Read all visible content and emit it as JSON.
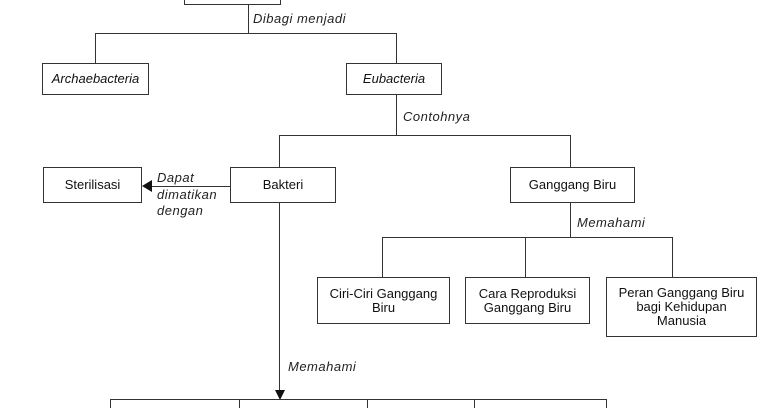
{
  "nodes": {
    "archaebacteria": "Archaebacteria",
    "eubacteria": "Eubacteria",
    "sterilisasi": "Sterilisasi",
    "bakteri": "Bakteri",
    "ganggang_biru": "Ganggang Biru",
    "ciri_ciri": "Ciri-Ciri Ganggang Biru",
    "reproduksi": "Cara Reproduksi Ganggang Biru",
    "peran": "Peran Ganggang Biru bagi Kehidupan Manusia"
  },
  "edge_labels": {
    "dibagi": "Dibagi menjadi",
    "contohnya": "Contohnya",
    "dapat_dimatikan": [
      "Dapat",
      "dimatikan",
      "dengan"
    ],
    "memahami_ganggang": "Memahami",
    "memahami_bakteri": "Memahami"
  }
}
